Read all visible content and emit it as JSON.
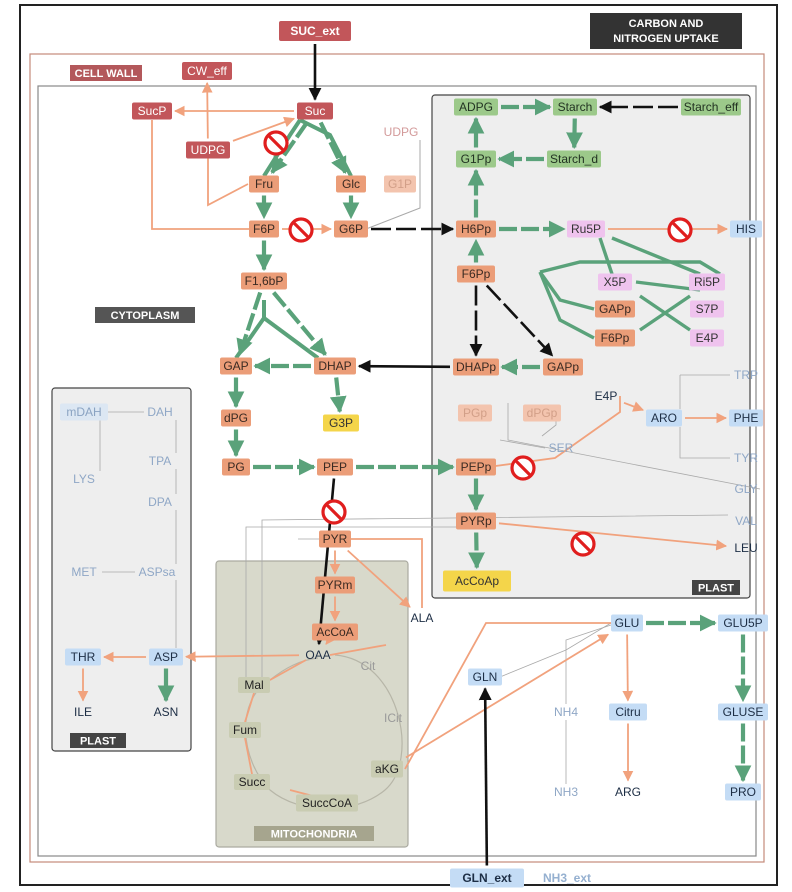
{
  "regions": [
    {
      "id": "frame",
      "label": "",
      "fill": "#ffffff",
      "stroke": "#222222"
    },
    {
      "id": "cell_wall",
      "label": "CELL WALL",
      "fill": "#ffffff",
      "stroke": "#c48a7a",
      "label_bg": "#b3585b"
    },
    {
      "id": "cytoplasm",
      "label": "CYTOPLASM",
      "fill": "#ffffff",
      "stroke": "#888888",
      "label_bg": "#555555"
    },
    {
      "id": "plast_right",
      "label": "PLAST",
      "fill": "#eeeeee",
      "stroke": "#444444",
      "label_bg": "#444444"
    },
    {
      "id": "plast_left",
      "label": "PLAST",
      "fill": "#eeeeee",
      "stroke": "#444444",
      "label_bg": "#444444"
    },
    {
      "id": "mito",
      "label": "MITOCHONDRIA",
      "fill": "#d8d9cb",
      "stroke": "#aaaaa0",
      "label_bg": "#a6a58e"
    }
  ],
  "title": {
    "lines": [
      "CARBON AND",
      "NITROGEN UPTAKE"
    ],
    "bg": "#333333"
  },
  "palette": {
    "red": "#c2565a",
    "red_light": "#e0a7a3",
    "salmon": "#eb9d78",
    "salmon_light": "#f3c4ae",
    "green": "#9cc98a",
    "green_dark": "#5aa27a",
    "purple": "#efc3ee",
    "yellow": "#f4d54a",
    "blue": "#c4dcf5",
    "blue_light": "#dce7f3",
    "olive": "#c9ccb2",
    "orange_edge": "#f1a27d",
    "black": "#111111",
    "grey_edge": "#9a9a9a"
  },
  "nodes": [
    {
      "id": "SUC_ext",
      "label": "SUC_ext",
      "style": "red_big"
    },
    {
      "id": "CW_eff",
      "label": "CW_eff",
      "style": "red"
    },
    {
      "id": "SucP",
      "label": "SucP",
      "style": "red"
    },
    {
      "id": "Suc",
      "label": "Suc",
      "style": "red"
    },
    {
      "id": "UDPG",
      "label": "UDPG",
      "style": "red"
    },
    {
      "id": "UDPG2",
      "label": "UDPG",
      "style": "red_faint"
    },
    {
      "id": "G1P",
      "label": "G1P",
      "style": "salmon_faint"
    },
    {
      "id": "Fru",
      "label": "Fru",
      "style": "salmon"
    },
    {
      "id": "Glc",
      "label": "Glc",
      "style": "salmon"
    },
    {
      "id": "F6P",
      "label": "F6P",
      "style": "salmon"
    },
    {
      "id": "G6P",
      "label": "G6P",
      "style": "salmon"
    },
    {
      "id": "F16bP",
      "label": "F1,6bP",
      "style": "salmon"
    },
    {
      "id": "GAP",
      "label": "GAP",
      "style": "salmon"
    },
    {
      "id": "DHAP",
      "label": "DHAP",
      "style": "salmon"
    },
    {
      "id": "dPG",
      "label": "dPG",
      "style": "salmon"
    },
    {
      "id": "G3P",
      "label": "G3P",
      "style": "yellow"
    },
    {
      "id": "PG",
      "label": "PG",
      "style": "salmon"
    },
    {
      "id": "PEP",
      "label": "PEP",
      "style": "salmon"
    },
    {
      "id": "PYR",
      "label": "PYR",
      "style": "salmon"
    },
    {
      "id": "ALA",
      "label": "ALA",
      "style": "text_dark"
    },
    {
      "id": "PYRm",
      "label": "PYRm",
      "style": "salmon"
    },
    {
      "id": "AcCoA",
      "label": "AcCoA",
      "style": "salmon"
    },
    {
      "id": "OAA",
      "label": "OAA",
      "style": "text_dark"
    },
    {
      "id": "Cit",
      "label": "Cit",
      "style": "text_faint"
    },
    {
      "id": "ICit",
      "label": "ICit",
      "style": "text_faint"
    },
    {
      "id": "aKG",
      "label": "aKG",
      "style": "olive"
    },
    {
      "id": "SuccCoA",
      "label": "SuccCoA",
      "style": "olive"
    },
    {
      "id": "Succ",
      "label": "Succ",
      "style": "olive"
    },
    {
      "id": "Fum",
      "label": "Fum",
      "style": "olive"
    },
    {
      "id": "Mal",
      "label": "Mal",
      "style": "olive"
    },
    {
      "id": "ADPG",
      "label": "ADPG",
      "style": "green"
    },
    {
      "id": "Starch",
      "label": "Starch",
      "style": "green"
    },
    {
      "id": "Starch_eff",
      "label": "Starch_eff",
      "style": "green"
    },
    {
      "id": "G1Pp",
      "label": "G1Pp",
      "style": "green"
    },
    {
      "id": "Starch_d",
      "label": "Starch_d",
      "style": "green"
    },
    {
      "id": "H6Pp",
      "label": "H6Pp",
      "style": "salmon"
    },
    {
      "id": "Ru5P",
      "label": "Ru5P",
      "style": "purple"
    },
    {
      "id": "HIS",
      "label": "HIS",
      "style": "blue"
    },
    {
      "id": "F6Pp",
      "label": "F6Pp",
      "style": "salmon"
    },
    {
      "id": "X5P",
      "label": "X5P",
      "style": "purple"
    },
    {
      "id": "Ri5P",
      "label": "Ri5P",
      "style": "purple"
    },
    {
      "id": "GAPp2",
      "label": "GAPp",
      "style": "salmon"
    },
    {
      "id": "S7P",
      "label": "S7P",
      "style": "purple"
    },
    {
      "id": "F6Pp2",
      "label": "F6Pp",
      "style": "salmon"
    },
    {
      "id": "E4P",
      "label": "E4P",
      "style": "purple"
    },
    {
      "id": "DHAPp",
      "label": "DHAPp",
      "style": "salmon"
    },
    {
      "id": "GAPp",
      "label": "GAPp",
      "style": "salmon"
    },
    {
      "id": "E4P2",
      "label": "E4P",
      "style": "text_dark"
    },
    {
      "id": "PGp",
      "label": "PGp",
      "style": "salmon_faint"
    },
    {
      "id": "dPGp",
      "label": "dPGp",
      "style": "salmon_faint"
    },
    {
      "id": "SER",
      "label": "SER",
      "style": "text_faint_blue"
    },
    {
      "id": "ARO",
      "label": "ARO",
      "style": "blue"
    },
    {
      "id": "TRP",
      "label": "TRP",
      "style": "text_faint_blue"
    },
    {
      "id": "PHE",
      "label": "PHE",
      "style": "blue"
    },
    {
      "id": "TYR",
      "label": "TYR",
      "style": "text_faint_blue"
    },
    {
      "id": "GLY",
      "label": "GLY",
      "style": "text_faint_blue"
    },
    {
      "id": "PEPp",
      "label": "PEPp",
      "style": "salmon"
    },
    {
      "id": "PYRp",
      "label": "PYRp",
      "style": "salmon"
    },
    {
      "id": "VAL",
      "label": "VAL",
      "style": "text_faint_blue"
    },
    {
      "id": "LEU",
      "label": "LEU",
      "style": "text_dark"
    },
    {
      "id": "AcCoAp",
      "label": "AcCoAp",
      "style": "yellow"
    },
    {
      "id": "mDAH",
      "label": "mDAH",
      "style": "blue_faint"
    },
    {
      "id": "DAH",
      "label": "DAH",
      "style": "text_faint_blue"
    },
    {
      "id": "TPA",
      "label": "TPA",
      "style": "text_faint_blue"
    },
    {
      "id": "LYS",
      "label": "LYS",
      "style": "text_faint_blue"
    },
    {
      "id": "DPA",
      "label": "DPA",
      "style": "text_faint_blue"
    },
    {
      "id": "MET",
      "label": "MET",
      "style": "text_faint_blue"
    },
    {
      "id": "ASPsa",
      "label": "ASPsa",
      "style": "text_faint_blue"
    },
    {
      "id": "THR",
      "label": "THR",
      "style": "blue"
    },
    {
      "id": "ASP",
      "label": "ASP",
      "style": "blue"
    },
    {
      "id": "ILE",
      "label": "ILE",
      "style": "text_dark"
    },
    {
      "id": "ASN",
      "label": "ASN",
      "style": "text_dark"
    },
    {
      "id": "GLU",
      "label": "GLU",
      "style": "blue"
    },
    {
      "id": "GLU5P",
      "label": "GLU5P",
      "style": "blue"
    },
    {
      "id": "GLN",
      "label": "GLN",
      "style": "blue"
    },
    {
      "id": "NH4",
      "label": "NH4",
      "style": "text_faint_blue"
    },
    {
      "id": "Citru",
      "label": "Citru",
      "style": "blue"
    },
    {
      "id": "GLUSE",
      "label": "GLUSE",
      "style": "blue"
    },
    {
      "id": "NH3",
      "label": "NH3",
      "style": "text_faint_blue"
    },
    {
      "id": "ARG",
      "label": "ARG",
      "style": "text_dark"
    },
    {
      "id": "PRO",
      "label": "PRO",
      "style": "blue"
    },
    {
      "id": "GLN_ext",
      "label": "GLN_ext",
      "style": "blue_big"
    },
    {
      "id": "NH3_ext",
      "label": "NH3_ext",
      "style": "blue_big_faint"
    }
  ],
  "edges": [
    {
      "from": "SUC_ext",
      "to": "Suc",
      "type": "black"
    },
    {
      "from": "Suc",
      "to": "SucP",
      "type": "orange"
    },
    {
      "from": "UDPG",
      "to": "Suc",
      "type": "orange"
    },
    {
      "from": "UDPG",
      "to": "CW_eff",
      "type": "orange"
    },
    {
      "from": "Suc",
      "to": "Fru",
      "type": "green"
    },
    {
      "from": "Suc",
      "to": "Glc",
      "type": "green"
    },
    {
      "from": "Fru",
      "to": "F6P",
      "type": "green"
    },
    {
      "from": "Glc",
      "to": "G6P",
      "type": "green"
    },
    {
      "from": "F6P",
      "to": "G6P",
      "type": "orange"
    },
    {
      "from": "F6P",
      "to": "F16bP",
      "type": "green"
    },
    {
      "from": "F16bP",
      "to": "GAP",
      "type": "green"
    },
    {
      "from": "F16bP",
      "to": "DHAP",
      "type": "green"
    },
    {
      "from": "DHAP",
      "to": "GAP",
      "type": "green"
    },
    {
      "from": "DHAP",
      "to": "G3P",
      "type": "green"
    },
    {
      "from": "GAP",
      "to": "dPG",
      "type": "green"
    },
    {
      "from": "dPG",
      "to": "PG",
      "type": "green"
    },
    {
      "from": "PG",
      "to": "PEP",
      "type": "green"
    },
    {
      "from": "PEP",
      "to": "PEPp",
      "type": "green"
    },
    {
      "from": "PEP",
      "to": "OAA",
      "type": "black"
    },
    {
      "from": "G6P",
      "to": "H6Pp",
      "type": "black"
    },
    {
      "from": "DHAPp",
      "to": "DHAP",
      "type": "black"
    },
    {
      "from": "Starch_eff",
      "to": "Starch",
      "type": "black"
    },
    {
      "from": "ADPG",
      "to": "Starch",
      "type": "green"
    },
    {
      "from": "Starch",
      "to": "Starch_d",
      "type": "green"
    },
    {
      "from": "Starch_d",
      "to": "G1Pp",
      "type": "green"
    },
    {
      "from": "G1Pp",
      "to": "ADPG",
      "type": "green"
    },
    {
      "from": "H6Pp",
      "to": "G1Pp",
      "type": "green"
    },
    {
      "from": "H6Pp",
      "to": "Ru5P",
      "type": "green"
    },
    {
      "from": "Ru5P",
      "to": "HIS",
      "type": "orange"
    },
    {
      "from": "F6Pp",
      "to": "H6Pp",
      "type": "green"
    },
    {
      "from": "F6Pp",
      "to": "DHAPp",
      "type": "black"
    },
    {
      "from": "F6Pp",
      "to": "GAPp",
      "type": "black"
    },
    {
      "from": "GAPp",
      "to": "DHAPp",
      "type": "green"
    },
    {
      "from": "PEPp",
      "to": "PYRp",
      "type": "green"
    },
    {
      "from": "PYRp",
      "to": "AcCoAp",
      "type": "green"
    },
    {
      "from": "PYRp",
      "to": "LEU",
      "type": "orange"
    },
    {
      "from": "E4P2",
      "to": "ARO",
      "type": "orange"
    },
    {
      "from": "ARO",
      "to": "PHE",
      "type": "orange"
    },
    {
      "from": "PYR",
      "to": "PYRm",
      "type": "orange"
    },
    {
      "from": "PYR",
      "to": "ALA",
      "type": "orange"
    },
    {
      "from": "PYRm",
      "to": "AcCoA",
      "type": "orange"
    },
    {
      "from": "AcCoA",
      "to": "OAA",
      "type": "orange"
    },
    {
      "from": "OAA",
      "to": "ASP",
      "type": "orange"
    },
    {
      "from": "ASP",
      "to": "ASN",
      "type": "green"
    },
    {
      "from": "ASP",
      "to": "THR",
      "type": "orange"
    },
    {
      "from": "THR",
      "to": "ILE",
      "type": "orange"
    },
    {
      "from": "aKG",
      "to": "GLU",
      "type": "orange"
    },
    {
      "from": "GLU",
      "to": "GLU5P",
      "type": "green"
    },
    {
      "from": "GLU5P",
      "to": "GLUSE",
      "type": "green"
    },
    {
      "from": "GLUSE",
      "to": "PRO",
      "type": "green"
    },
    {
      "from": "GLU",
      "to": "Citru",
      "type": "orange"
    },
    {
      "from": "Citru",
      "to": "ARG",
      "type": "orange"
    },
    {
      "from": "GLN_ext",
      "to": "GLN",
      "type": "black"
    }
  ],
  "inhibitions": [
    "Suc-UDPG",
    "F6P-G6P",
    "Ru5P-HIS",
    "PEPp",
    "PEP-PYR",
    "PYRp-LEU"
  ]
}
